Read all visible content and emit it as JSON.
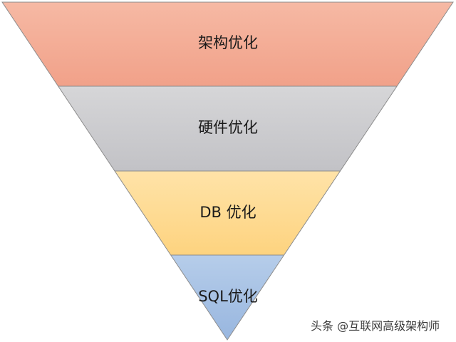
{
  "diagram": {
    "type": "inverted-pyramid",
    "layers": [
      {
        "label": "架构优化",
        "fill_top": "#f6b9a4",
        "fill_bottom": "#f1a189"
      },
      {
        "label": "硬件优化",
        "fill_top": "#d6d6d8",
        "fill_bottom": "#c2c2c6"
      },
      {
        "label": "DB 优化",
        "fill_top": "#ffe3a8",
        "fill_bottom": "#fdd37f"
      },
      {
        "label": "SQL优化",
        "fill_top": "#b6cdea",
        "fill_bottom": "#98b6df"
      }
    ],
    "outline_color": "#8c8c8c"
  },
  "watermark": "头条 @互联网高级架构师"
}
